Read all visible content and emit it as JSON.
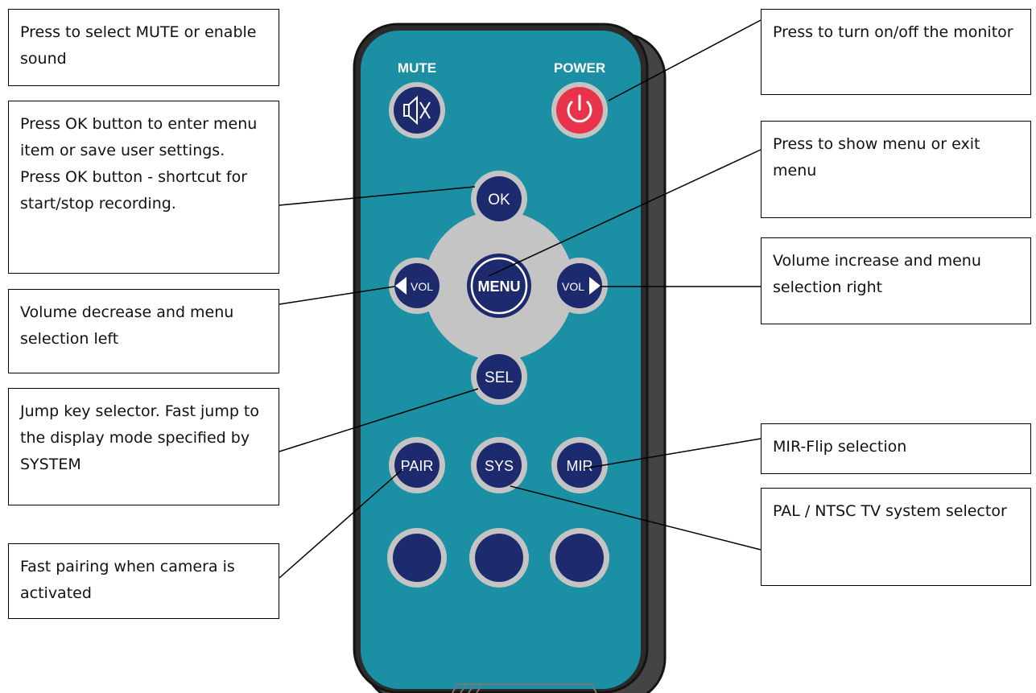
{
  "remote": {
    "colors": {
      "body": "#1b8fa3",
      "shadow": "#444444",
      "outline": "#141414",
      "button": "#1e2a6e",
      "button_ring": "#c4c4c4",
      "dpad": "#c4c4c4",
      "power": "#e8334a",
      "label_text": "#ffffff"
    },
    "labels": {
      "mute": "MUTE",
      "power": "POWER"
    },
    "buttons": {
      "ok": "OK",
      "menu": "MENU",
      "vol_left": "VOL",
      "vol_right": "VOL",
      "sel": "SEL",
      "pair": "PAIR",
      "sys": "SYS",
      "mir": "MIR"
    },
    "blank_button_count": 3
  },
  "callouts": {
    "mute": [
      "Press to select MUTE or enable sound"
    ],
    "ok": [
      "Press OK button to enter menu item or save user settings.",
      "Press OK button - shortcut for start/stop recording."
    ],
    "vol_left": [
      "Volume decrease and menu selection left"
    ],
    "sel": [
      "Jump key selector. Fast jump to the display mode specified by SYSTEM"
    ],
    "pair": [
      "Fast pairing when camera is activated"
    ],
    "power": [
      "Press to turn on/off the monitor"
    ],
    "menu": [
      "Press to show menu or exit menu"
    ],
    "vol_right": [
      "Volume increase and menu selection right"
    ],
    "mir": [
      "MIR-Flip selection"
    ],
    "sys": [
      "PAL / NTSC TV system selector"
    ]
  }
}
